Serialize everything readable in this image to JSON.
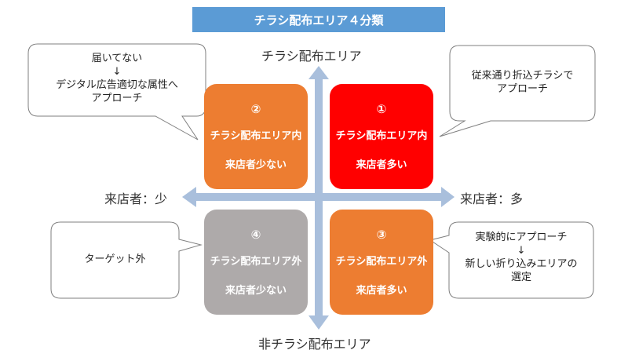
{
  "title": "チラシ配布エリア４分類",
  "axes": {
    "top": "チラシ配布エリア",
    "bottom": "非チラシ配布エリア",
    "left": "来店者：少",
    "right": "来店者：多"
  },
  "quadrants": {
    "q1": {
      "num": "①",
      "line1": "チラシ配布エリア内",
      "line2": "来店者多い",
      "color": "#ff0000"
    },
    "q2": {
      "num": "②",
      "line1": "チラシ配布エリア内",
      "line2": "来店者少ない",
      "color": "#ed7d31"
    },
    "q3": {
      "num": "③",
      "line1": "チラシ配布エリア外",
      "line2": "来店者多い",
      "color": "#ed7d31"
    },
    "q4": {
      "num": "④",
      "line1": "チラシ配布エリア外",
      "line2": "来店者少ない",
      "color": "#aeaaaa"
    }
  },
  "callouts": {
    "top_left": {
      "line1": "届いてない",
      "arrow": "↓",
      "line2": "デジタル広告適切な属性へ",
      "line3": "アプローチ"
    },
    "top_right": {
      "line1": "従来通り折込チラシで",
      "line2": "アプローチ"
    },
    "bottom_left": {
      "line1": "ターゲット外"
    },
    "bottom_right": {
      "line1": "実験的にアプローチ",
      "arrow": "↓",
      "line2": "新しい折り込みエリアの",
      "line3": "選定"
    }
  }
}
